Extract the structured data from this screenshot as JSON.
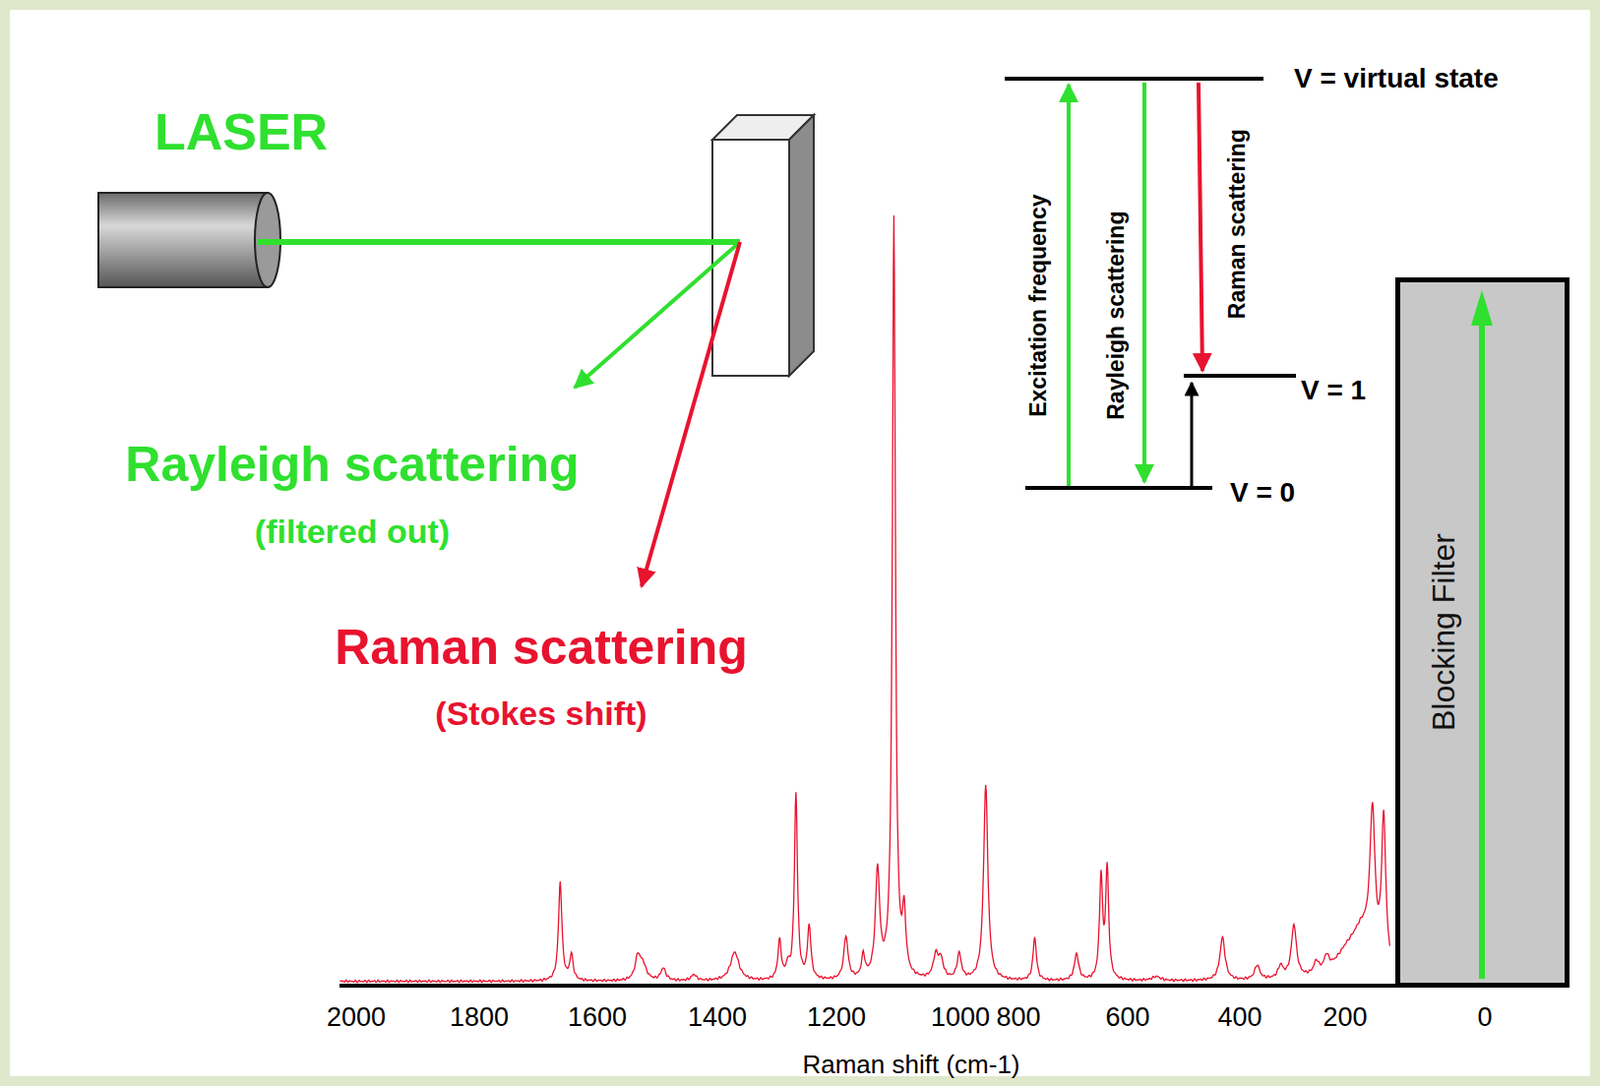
{
  "diagram": {
    "nodes": [
      {
        "text": [
          "Blocking Filter"
        ]
      }
    ],
    "labels": [
      "LASER",
      "Rayleigh scattering",
      "(filtered out)",
      "Raman scattering",
      "(Stokes shift)",
      "V = virtual state",
      "Excitation frequency",
      "Rayleigh scattering",
      "Raman scattering",
      "V = 1",
      "V = 0",
      "2000",
      "1800",
      "1600",
      "1400",
      "1200",
      "1000",
      "800",
      "600",
      "400",
      "200",
      "0",
      "Raman shift (cm-1)"
    ]
  }
}
